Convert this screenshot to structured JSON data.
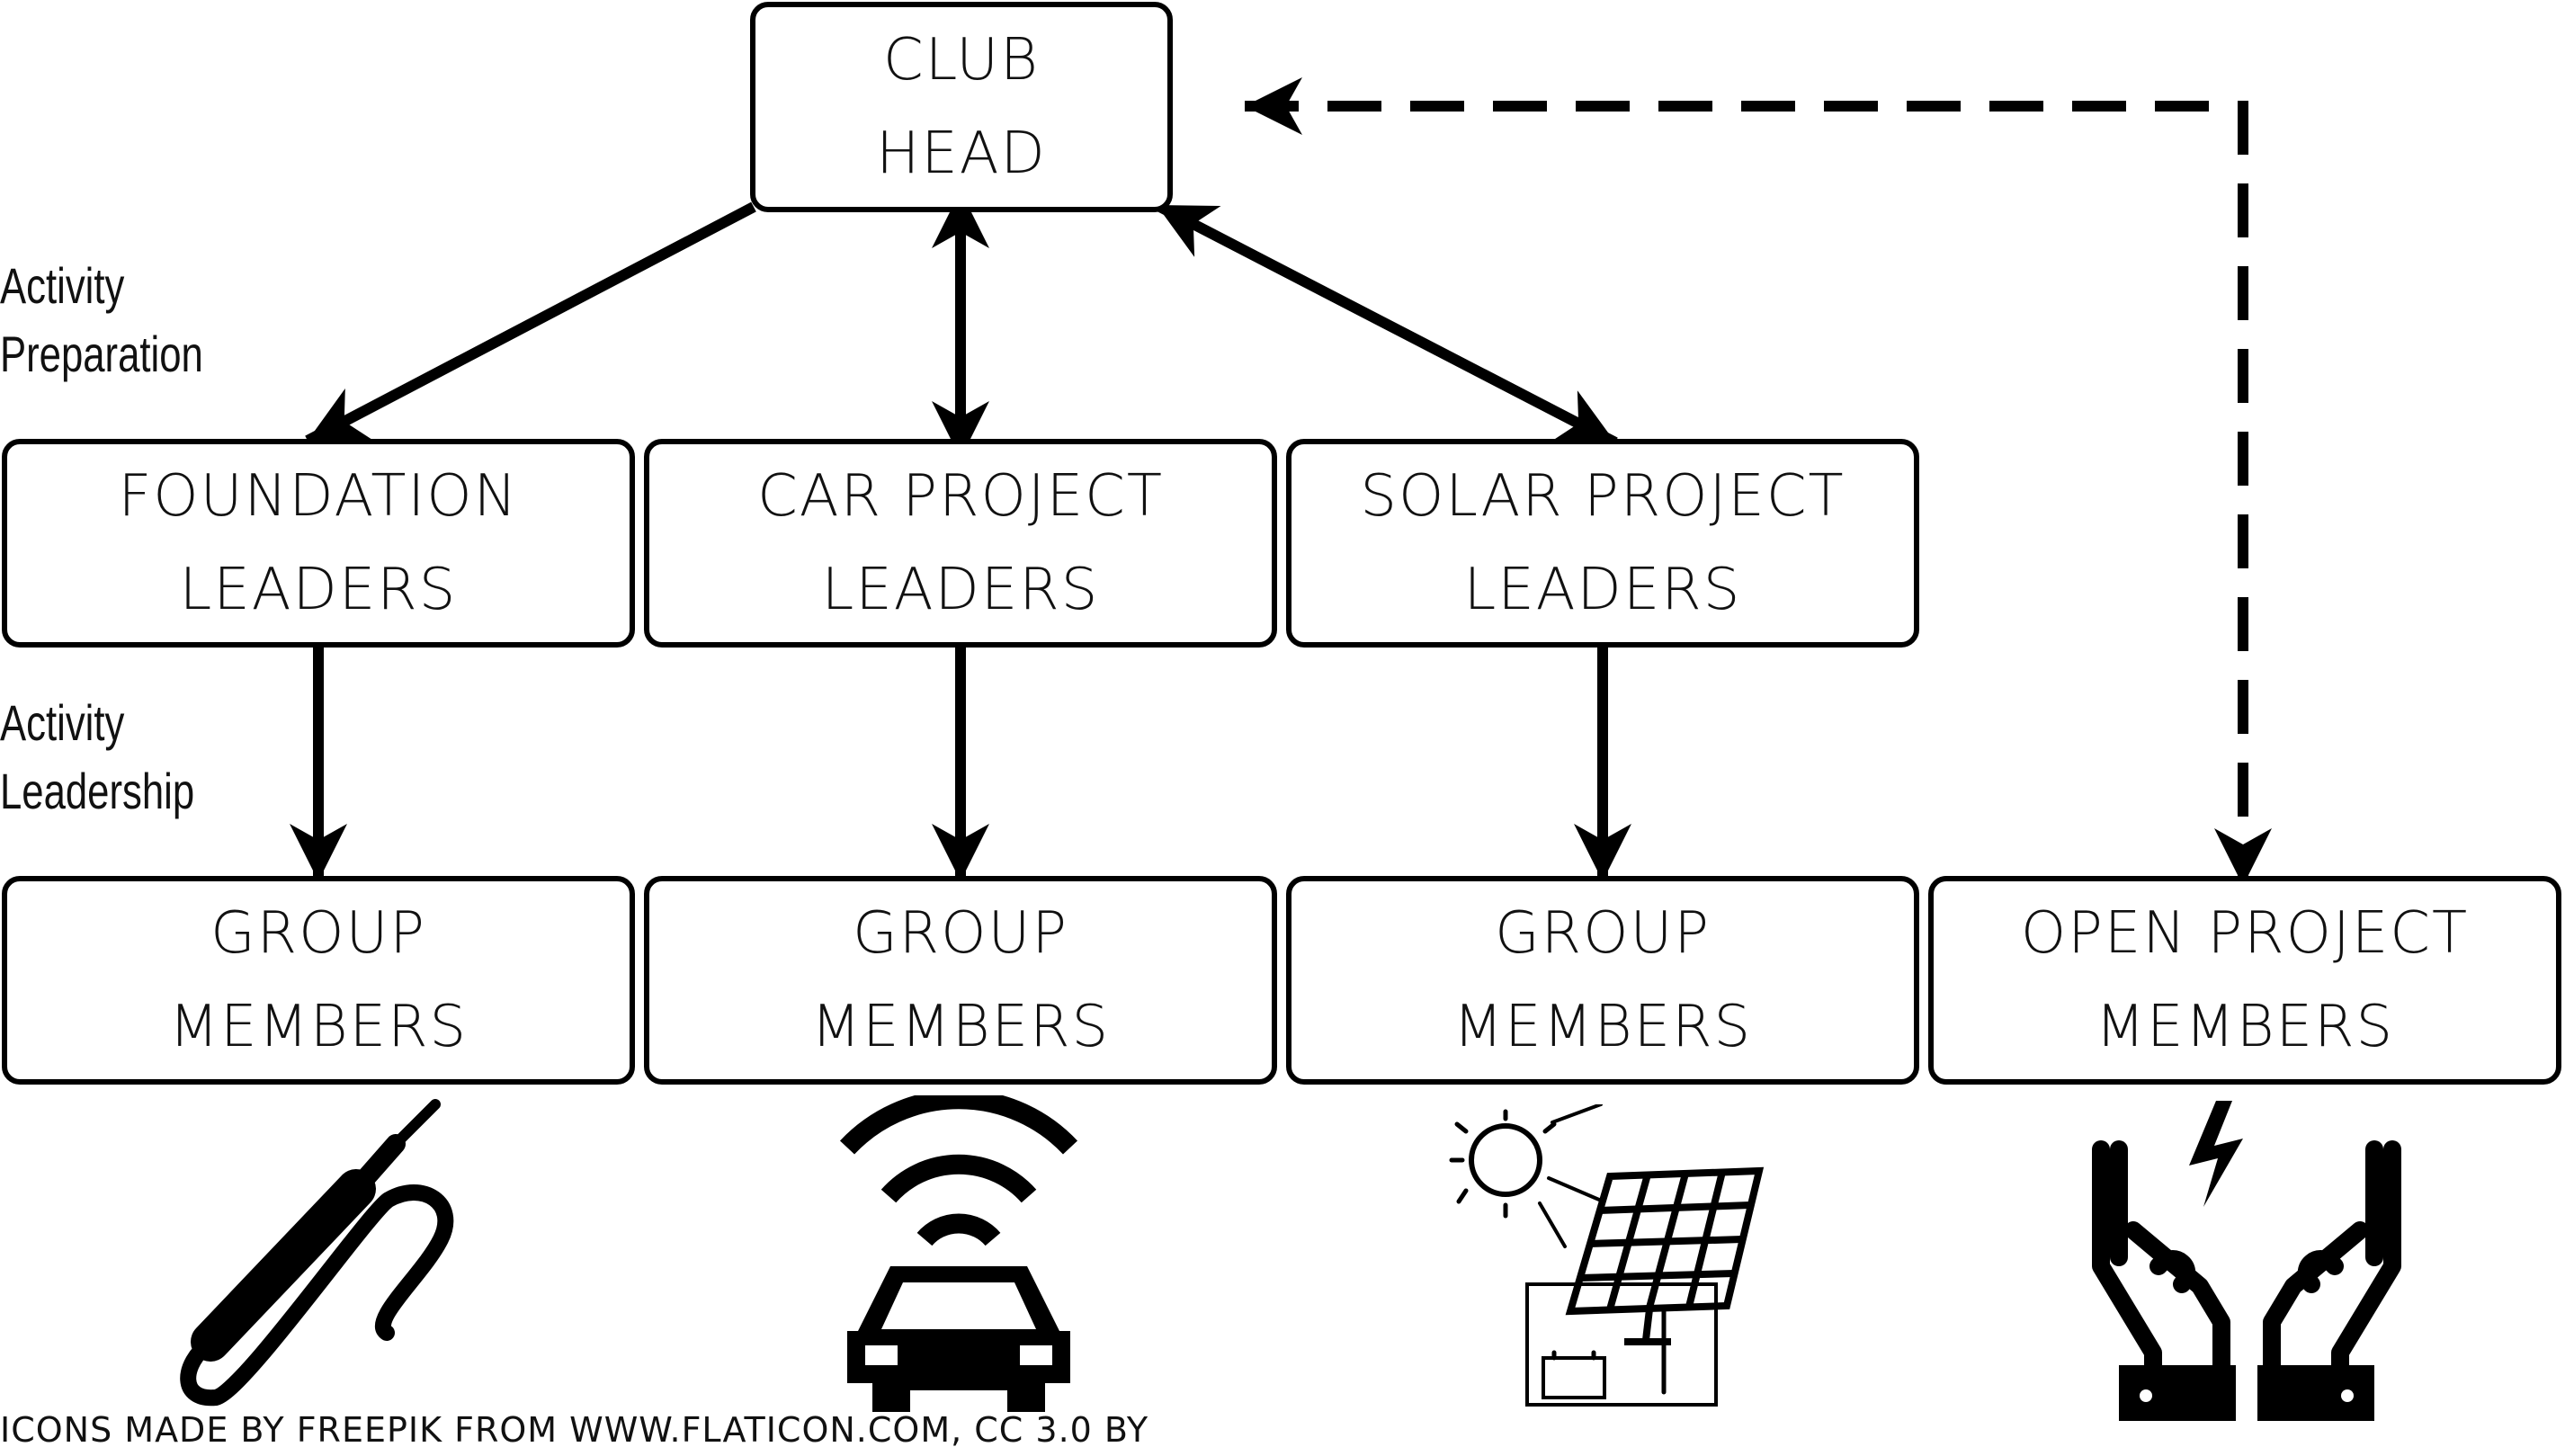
{
  "nodes": {
    "club_head": {
      "line1": "CLUB",
      "line2": "HEAD"
    },
    "foundation_leaders": {
      "line1": "FOUNDATION",
      "line2": "LEADERS"
    },
    "car_leaders": {
      "line1": "CAR PROJECT",
      "line2": "LEADERS"
    },
    "solar_leaders": {
      "line1": "SOLAR PROJECT",
      "line2": "LEADERS"
    },
    "foundation_members": {
      "line1": "GROUP",
      "line2": "MEMBERS"
    },
    "car_members": {
      "line1": "GROUP",
      "line2": "MEMBERS"
    },
    "solar_members": {
      "line1": "GROUP",
      "line2": "MEMBERS"
    },
    "open_members": {
      "line1": "OPEN PROJECT",
      "line2": "MEMBERS"
    }
  },
  "side_labels": {
    "preparation": {
      "line1": "Activity",
      "line2": "Preparation"
    },
    "leadership": {
      "line1": "Activity",
      "line2": "Leadership"
    }
  },
  "icons": [
    "soldering-iron-icon",
    "connected-car-icon",
    "solar-panel-battery-icon",
    "hands-energy-icon"
  ],
  "credit": "ICONS MADE BY FREEPIK FROM WWW.FLATICON.COM, CC 3.0 BY",
  "colors": {
    "stroke": "#000000",
    "background": "#ffffff"
  }
}
